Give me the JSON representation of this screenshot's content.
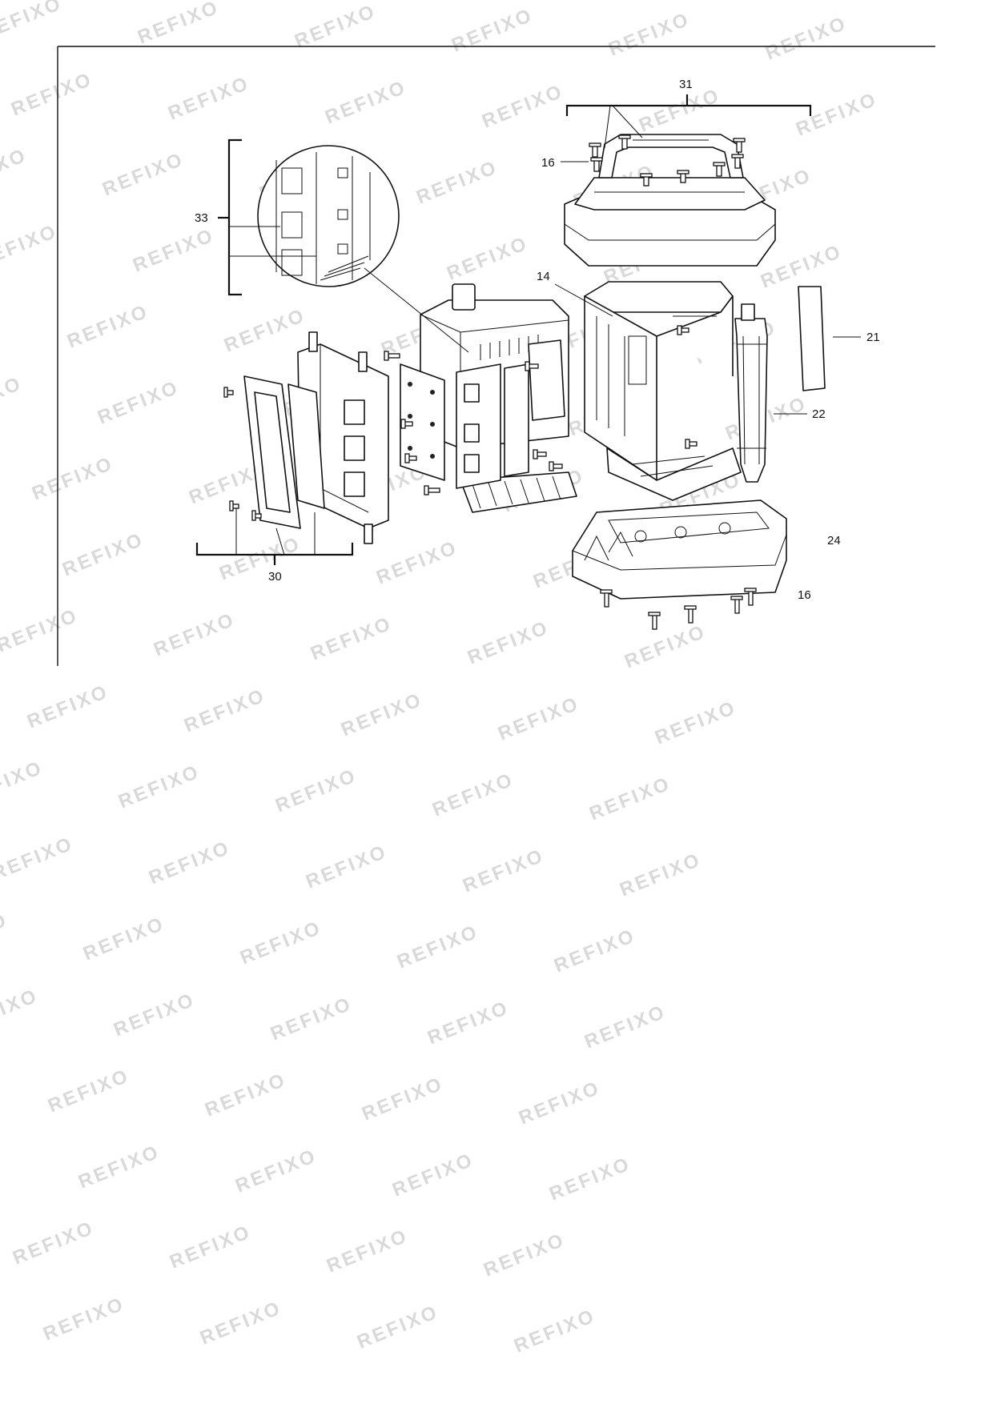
{
  "watermark": {
    "text": "REFIXO",
    "color": "#d9d9d9"
  },
  "labels": {
    "l31": "31",
    "l16a": "16",
    "l33": "33",
    "l14": "14",
    "l21": "21",
    "l22": "22",
    "l24": "24",
    "l16b": "16",
    "l30": "30"
  },
  "parts": [
    "cover-handle-assembly",
    "top-frame",
    "side-panel",
    "handle-bar",
    "bottom-base",
    "housing-heatsink",
    "pcb-board",
    "front-frame",
    "gasket-frame",
    "pcb-detail-circle",
    "screw-set"
  ]
}
